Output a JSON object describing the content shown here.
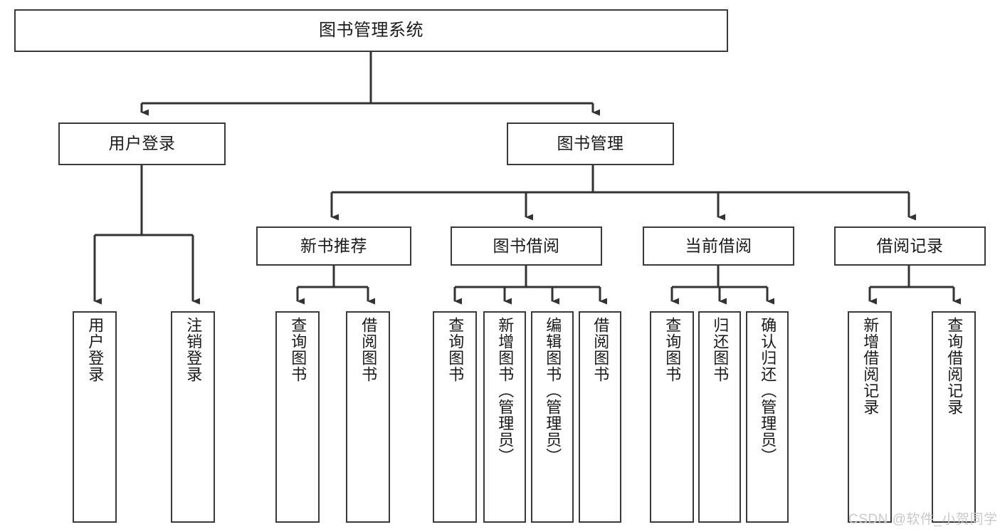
{
  "diagram": {
    "type": "tree-hierarchy",
    "title": "图书管理系统",
    "orientation": "top-down",
    "background_color": "#ffffff",
    "box_border_color": "#3a3a3a",
    "connector_color": "#333333",
    "text_color": "#1a1a1a",
    "nodes": {
      "root": {
        "label": "图书管理系统"
      },
      "level2": [
        {
          "id": "user-login",
          "label": "用户登录"
        },
        {
          "id": "book-management",
          "label": "图书管理"
        }
      ],
      "level3": [
        {
          "id": "new-book-recommend",
          "label": "新书推荐"
        },
        {
          "id": "book-borrow",
          "label": "图书借阅"
        },
        {
          "id": "current-borrow",
          "label": "当前借阅"
        },
        {
          "id": "borrow-record",
          "label": "借阅记录"
        }
      ],
      "leaves": {
        "user_login": [
          {
            "id": "leaf-user-login",
            "label": "用户登录"
          },
          {
            "id": "leaf-logout-login",
            "label": "注销登录"
          }
        ],
        "new_book_recommend": [
          {
            "id": "leaf-query-book-1",
            "label": "查询图书"
          },
          {
            "id": "leaf-borrow-book-1",
            "label": "借阅图书"
          }
        ],
        "book_borrow": [
          {
            "id": "leaf-query-book-2",
            "label": "查询图书"
          },
          {
            "id": "leaf-add-book",
            "label": "新增图书（管理员）"
          },
          {
            "id": "leaf-edit-book",
            "label": "编辑图书（管理员）"
          },
          {
            "id": "leaf-borrow-book-2",
            "label": "借阅图书"
          }
        ],
        "current_borrow": [
          {
            "id": "leaf-query-book-3",
            "label": "查询图书"
          },
          {
            "id": "leaf-return-book",
            "label": "归还图书"
          },
          {
            "id": "leaf-confirm-return",
            "label": "确认归还（管理员）"
          }
        ],
        "borrow_record": [
          {
            "id": "leaf-add-record",
            "label": "新增借阅记录"
          },
          {
            "id": "leaf-query-record",
            "label": "查询借阅记录"
          }
        ]
      }
    }
  },
  "watermark": {
    "text": "CSDN @软件_小贺同学",
    "color": "#c9c9c9"
  }
}
